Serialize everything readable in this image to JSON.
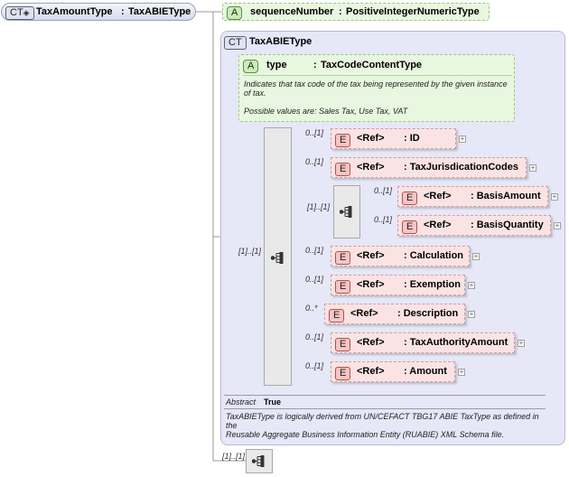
{
  "root": {
    "badge": "CT",
    "name": "TaxAmountType",
    "separator": ":",
    "type": "TaxABIEType"
  },
  "top_attribute": {
    "badge": "A",
    "name": "sequenceNumber",
    "separator": ":",
    "type": "PositiveIntegerNumericType"
  },
  "complex_type": {
    "badge": "CT",
    "title": "TaxABIEType",
    "attribute": {
      "badge": "A",
      "name": "type",
      "separator": ":",
      "type": "TaxCodeContentType",
      "description_line1": "Indicates that tax code of the tax being represented by the given instance",
      "description_line2": "of tax.",
      "description_line3": "Possible values are: Sales Tax, Use Tax, VAT"
    },
    "sequence_cardinality": "[1]..[1]",
    "elements": [
      {
        "card": "0..[1]",
        "badge": "E",
        "ref": "<Ref>",
        "type": ": ID"
      },
      {
        "card": "0..[1]",
        "badge": "E",
        "ref": "<Ref>",
        "type": ": TaxJurisdicationCodes"
      },
      {
        "card": "0..[1]",
        "badge": "E",
        "ref": "<Ref>",
        "type": ": Calculation"
      },
      {
        "card": "0..[1]",
        "badge": "E",
        "ref": "<Ref>",
        "type": ": Exemption"
      },
      {
        "card": "0..*",
        "badge": "E",
        "ref": "<Ref>",
        "type": ": Description"
      },
      {
        "card": "0..[1]",
        "badge": "E",
        "ref": "<Ref>",
        "type": ": TaxAuthorityAmount"
      },
      {
        "card": "0..[1]",
        "badge": "E",
        "ref": "<Ref>",
        "type": ": Amount"
      }
    ],
    "choice_group": {
      "cardinality": "[1]..[1]",
      "elements": [
        {
          "card": "0..[1]",
          "badge": "E",
          "ref": "<Ref>",
          "type": ": BasisAmount"
        },
        {
          "card": "0..[1]",
          "badge": "E",
          "ref": "<Ref>",
          "type": ": BasisQuantity"
        }
      ]
    },
    "footer": {
      "abstract_label": "Abstract",
      "abstract_value": "True",
      "note_line1": "TaxABIEType is logically derived from UN/CEFACT TBG17 ABIE TaxType as defined in",
      "note_line2": "the",
      "note_line3": "Reusable Aggregate Business Information Entity (RUABIE) XML Schema file."
    }
  },
  "bottom_sequence_cardinality": "[1]..[1]"
}
